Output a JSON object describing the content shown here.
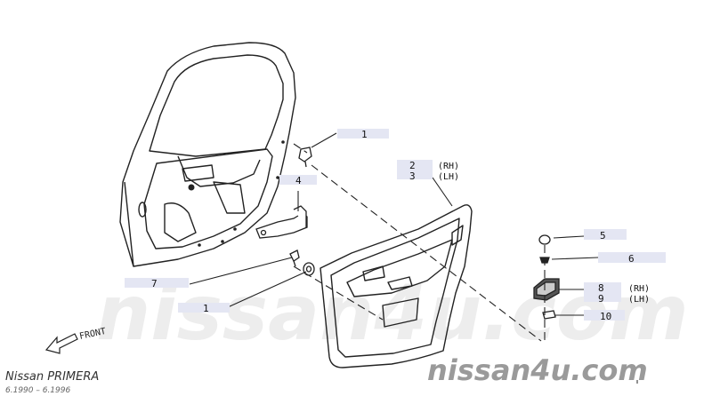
{
  "diagram": {
    "callouts": [
      {
        "id": "c1",
        "num": "1"
      },
      {
        "id": "c2",
        "num": "2",
        "side": "(RH)"
      },
      {
        "id": "c3",
        "num": "3",
        "side": "(LH)"
      },
      {
        "id": "c4",
        "num": "4"
      },
      {
        "id": "c5",
        "num": "5"
      },
      {
        "id": "c6",
        "num": "6"
      },
      {
        "id": "c7",
        "num": "7"
      },
      {
        "id": "c1b",
        "num": "1"
      },
      {
        "id": "c8",
        "num": "8",
        "side": "(RH)"
      },
      {
        "id": "c9",
        "num": "9",
        "side": "(LH)"
      },
      {
        "id": "c10",
        "num": "10"
      }
    ],
    "front_label": "FRONT",
    "model_name": "Nissan PRIMERA",
    "date_range": "6.1990 – 6.1996",
    "watermark": "nissan4u.com",
    "colors": {
      "callout_bg": "#e4e6f3",
      "line": "#222222",
      "watermark": "#d3d3d3",
      "watermark_dark": "#9a9a9a"
    }
  }
}
